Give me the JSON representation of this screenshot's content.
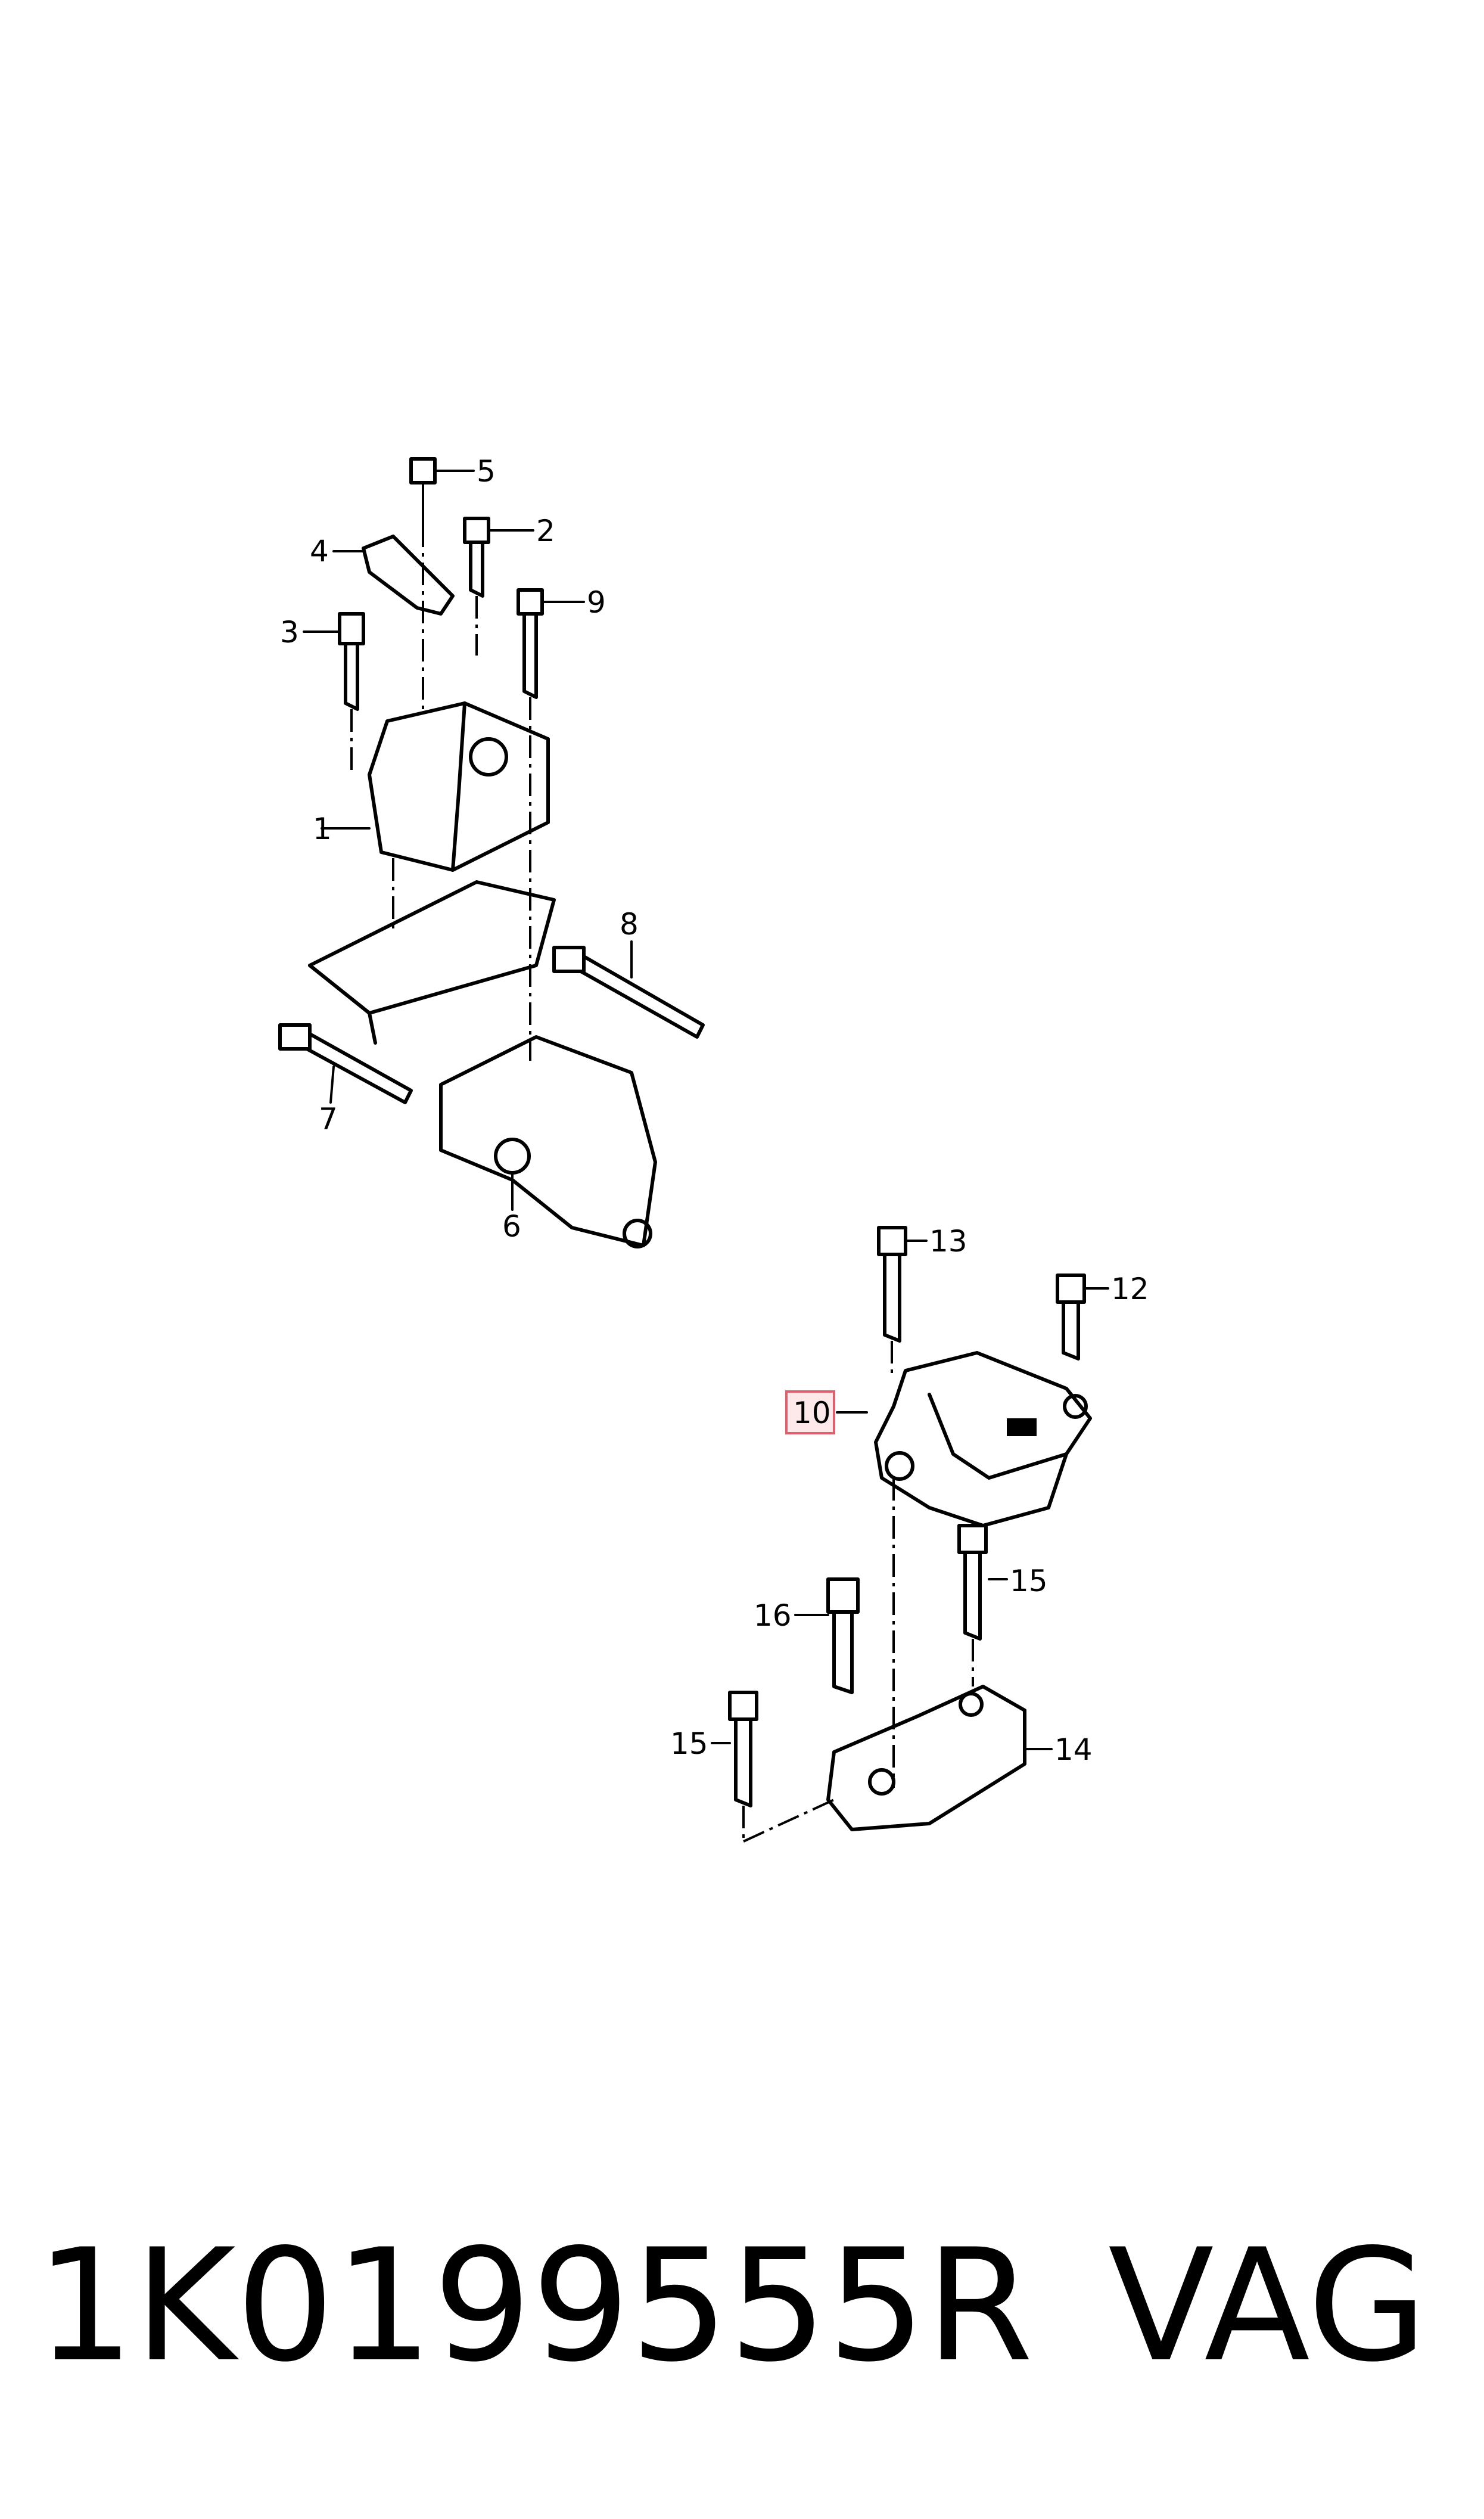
{
  "callouts": {
    "c1": "1",
    "c2": "2",
    "c3": "3",
    "c4": "4",
    "c5": "5",
    "c6": "6",
    "c7": "7",
    "c8": "8",
    "c9": "9",
    "c10": "10",
    "c12": "12",
    "c13": "13",
    "c14": "14",
    "c15a": "15",
    "c15b": "15",
    "c16": "16"
  },
  "highlighted_callout": "10",
  "footer": {
    "part_number": "1K0199555R",
    "brand": "VAG"
  },
  "colors": {
    "line": "#000000",
    "highlight_fill": "#fde8ea",
    "highlight_border": "#e06070"
  }
}
